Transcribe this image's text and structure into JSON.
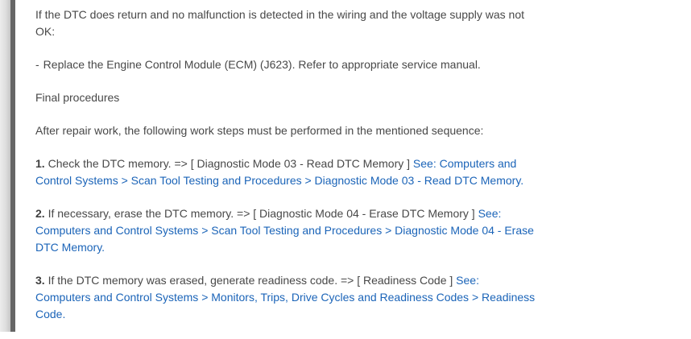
{
  "page": {
    "background_color": "#ffffff",
    "text_color": "#484848",
    "link_color": "#1b64b8",
    "scrollbar_thumb_color": "#666666"
  },
  "content": {
    "intro_paragraph": "If the DTC does return and no malfunction is detected in the wiring and the voltage supply was not OK:",
    "bullet": {
      "dash": "-",
      "text": "Replace the Engine Control Module (ECM) (J623). Refer to appropriate service manual."
    },
    "section_heading": "Final procedures",
    "sequence_paragraph": "After repair work, the following work steps must be performed in the mentioned sequence:",
    "steps": [
      {
        "number": "1.",
        "text": "Check the DTC memory. => [ Diagnostic Mode 03 - Read DTC Memory ]",
        "link": "See: Computers and Control Systems > Scan Tool Testing and Procedures > Diagnostic Mode 03 - Read DTC Memory."
      },
      {
        "number": "2.",
        "text": "If necessary, erase the DTC memory. => [ Diagnostic Mode 04 - Erase DTC Memory ]",
        "link": "See: Computers and Control Systems > Scan Tool Testing and Procedures > Diagnostic Mode 04 - Erase DTC Memory."
      },
      {
        "number": "3.",
        "text": "If the DTC memory was erased, generate readiness code. => [ Readiness Code ]",
        "link": "See: Computers and Control Systems > Monitors, Trips, Drive Cycles and Readiness Codes > Readiness Code."
      }
    ]
  }
}
